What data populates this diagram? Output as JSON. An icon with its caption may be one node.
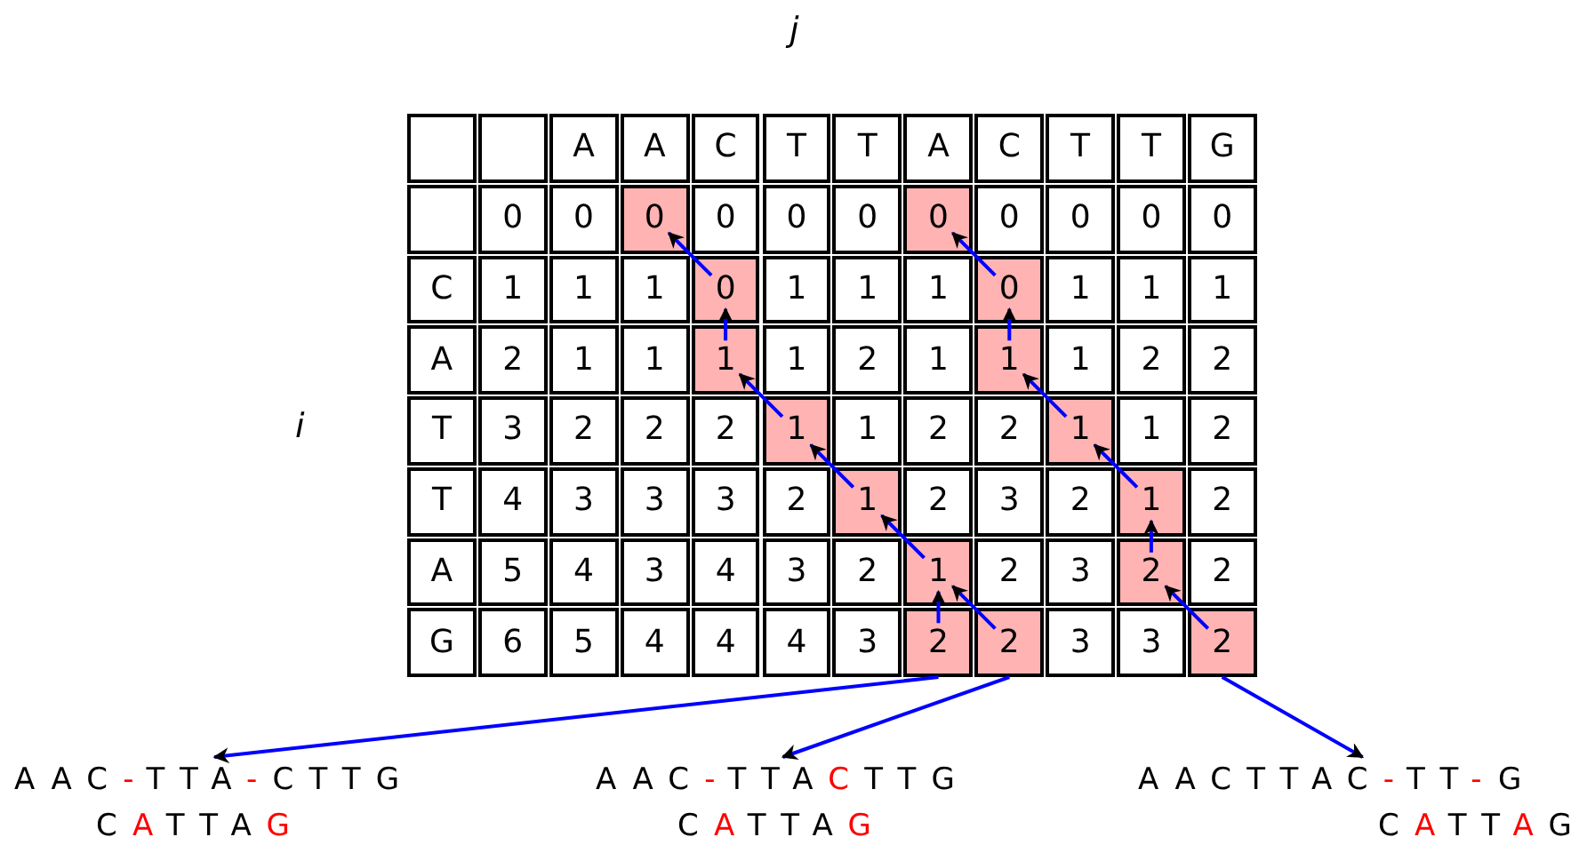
{
  "diagram": {
    "nodes": [
      {
        "text": [],
        "shape": "box"
      },
      {
        "text": [],
        "shape": "box"
      },
      {
        "text": [
          "A"
        ]
      },
      {
        "text": [
          "A"
        ]
      },
      {
        "text": [
          "C"
        ]
      },
      {
        "text": [
          "T"
        ]
      },
      {
        "text": [
          "T"
        ]
      },
      {
        "text": [
          "A"
        ]
      },
      {
        "text": [
          "C"
        ]
      },
      {
        "text": [
          "T"
        ]
      },
      {
        "text": [
          "T"
        ]
      },
      {
        "text": [
          "G"
        ]
      },
      {
        "text": [],
        "shape": "box"
      },
      {
        "text": [
          "0"
        ]
      },
      {
        "text": [
          "0"
        ]
      },
      {
        "text": [
          "0"
        ]
      },
      {
        "text": [
          "0"
        ]
      },
      {
        "text": [
          "0"
        ]
      },
      {
        "text": [
          "0"
        ]
      },
      {
        "text": [
          "0"
        ]
      },
      {
        "text": [
          "0"
        ]
      },
      {
        "text": [
          "0"
        ]
      },
      {
        "text": [
          "0"
        ]
      },
      {
        "text": [
          "0"
        ]
      },
      {
        "text": [
          "C"
        ]
      },
      {
        "text": [
          "1"
        ]
      },
      {
        "text": [
          "1"
        ]
      },
      {
        "text": [
          "1"
        ]
      },
      {
        "text": [
          "0"
        ]
      },
      {
        "text": [
          "1"
        ]
      },
      {
        "text": [
          "1"
        ]
      },
      {
        "text": [
          "1"
        ]
      },
      {
        "text": [
          "0"
        ]
      },
      {
        "text": [
          "1"
        ]
      },
      {
        "text": [
          "1"
        ]
      },
      {
        "text": [
          "1"
        ]
      },
      {
        "text": [
          "A"
        ]
      },
      {
        "text": [
          "2"
        ]
      },
      {
        "text": [
          "1"
        ]
      },
      {
        "text": [
          "1"
        ]
      },
      {
        "text": [
          "1"
        ]
      },
      {
        "text": [
          "1"
        ]
      },
      {
        "text": [
          "2"
        ]
      },
      {
        "text": [
          "1"
        ]
      },
      {
        "text": [
          "1"
        ]
      },
      {
        "text": [
          "1"
        ]
      },
      {
        "text": [
          "2"
        ]
      },
      {
        "text": [
          "2"
        ]
      },
      {
        "text": [
          "T"
        ]
      },
      {
        "text": [
          "3"
        ]
      },
      {
        "text": [
          "2"
        ]
      },
      {
        "text": [
          "2"
        ]
      },
      {
        "text": [
          "2"
        ]
      },
      {
        "text": [
          "1"
        ]
      },
      {
        "text": [
          "1"
        ]
      },
      {
        "text": [
          "2"
        ]
      },
      {
        "text": [
          "2"
        ]
      },
      {
        "text": [
          "1"
        ]
      },
      {
        "text": [
          "1"
        ]
      },
      {
        "text": [
          "2"
        ]
      },
      {
        "text": [
          "T"
        ]
      },
      {
        "text": [
          "4"
        ]
      },
      {
        "text": [
          "3"
        ]
      },
      {
        "text": [
          "3"
        ]
      },
      {
        "text": [
          "3"
        ]
      },
      {
        "text": [
          "2"
        ]
      },
      {
        "text": [
          "1"
        ]
      },
      {
        "text": [
          "2"
        ]
      },
      {
        "text": [
          "3"
        ]
      },
      {
        "text": [
          "2"
        ]
      },
      {
        "text": [
          "1"
        ]
      },
      {
        "text": [
          "2"
        ]
      },
      {
        "text": [
          "A"
        ]
      },
      {
        "text": [
          "5"
        ]
      },
      {
        "text": [
          "4"
        ]
      },
      {
        "text": [
          "3"
        ]
      },
      {
        "text": [
          "4"
        ]
      },
      {
        "text": [
          "3"
        ]
      },
      {
        "text": [
          "2"
        ]
      },
      {
        "text": [
          "1"
        ]
      },
      {
        "text": [
          "2"
        ]
      },
      {
        "text": [
          "3"
        ]
      },
      {
        "text": [
          "2"
        ]
      },
      {
        "text": [
          "2"
        ]
      },
      {
        "text": [
          "G"
        ]
      },
      {
        "text": [
          "6"
        ]
      },
      {
        "text": [
          "5"
        ]
      },
      {
        "text": [
          "4"
        ]
      },
      {
        "text": [
          "4"
        ]
      },
      {
        "text": [
          "4"
        ]
      },
      {
        "text": [
          "3"
        ]
      },
      {
        "text": [
          "2"
        ]
      },
      {
        "text": [
          "2"
        ]
      },
      {
        "text": [
          "3"
        ]
      },
      {
        "text": [
          "3"
        ]
      },
      {
        "text": [
          "2"
        ]
      },
      {
        "text": [
          "AAC**-**TTA**-**CTTG",
          "C**A**TTA**G**"
        ]
      },
      {
        "text": [
          "AAC**-**TTA**C**TTG",
          "C**A**TTA**G**"
        ]
      },
      {
        "text": [
          "AACTTAC**-**TT**-**G",
          "C**A**TT**A**G"
        ]
      }
    ],
    "edges": [
      {
        "from": 91,
        "to": 79,
        "arrow": "to"
      },
      {
        "from": 79,
        "to": 66,
        "arrow": "to"
      },
      {
        "from": 66,
        "to": 53,
        "arrow": "to"
      },
      {
        "from": 53,
        "to": 40,
        "arrow": "to"
      },
      {
        "from": 40,
        "to": 28,
        "arrow": "to"
      },
      {
        "from": 28,
        "to": 15,
        "arrow": "to"
      },
      {
        "from": 92,
        "to": 79,
        "arrow": "to"
      },
      {
        "from": 95,
        "to": 82,
        "arrow": "to"
      },
      {
        "from": 82,
        "to": 70,
        "arrow": "to"
      },
      {
        "from": 70,
        "to": 57,
        "arrow": "to"
      },
      {
        "from": 57,
        "to": 44,
        "arrow": "to"
      },
      {
        "from": 44,
        "to": 32,
        "arrow": "to"
      },
      {
        "from": 32,
        "to": 19,
        "arrow": "to"
      },
      {
        "from": 91,
        "to": 96,
        "arrow": "to"
      },
      {
        "from": 92,
        "to": 97,
        "arrow": "to"
      },
      {
        "from": 95,
        "to": 98,
        "arrow": "to"
      }
    ],
    "labels": [
      "j",
      "i"
    ]
  }
}
